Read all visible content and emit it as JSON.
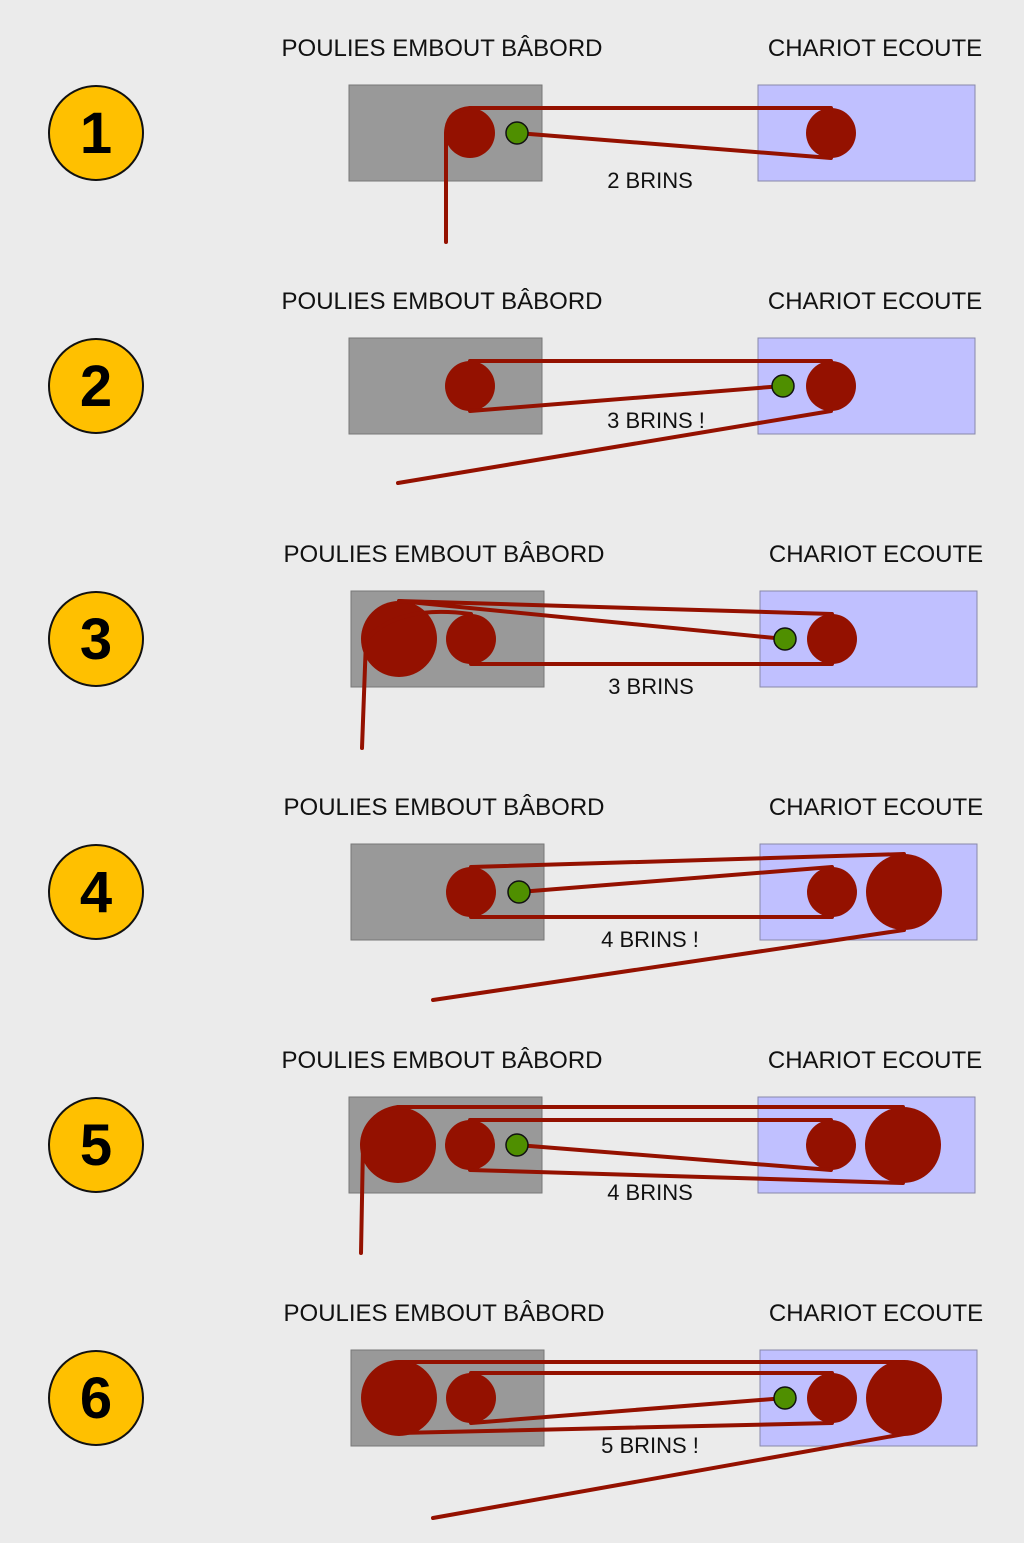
{
  "colors": {
    "background": "#ebebeb",
    "badge_fill": "#ffc000",
    "boom_box": "#999999",
    "traveller_box": "#c0c0ff",
    "pulley": "#941100",
    "rope": "#941100",
    "anchor": "#4f8f00"
  },
  "panels": [
    {
      "number": "1",
      "left_title": "POULIES EMBOUT BÂBORD",
      "right_title": "CHARIOT ECOUTE",
      "caption": "2 BRINS"
    },
    {
      "number": "2",
      "left_title": "POULIES EMBOUT BÂBORD",
      "right_title": "CHARIOT ECOUTE",
      "caption": "3 BRINS !"
    },
    {
      "number": "3",
      "left_title": "POULIES EMBOUT BÂBORD",
      "right_title": "CHARIOT ECOUTE",
      "caption": "3 BRINS"
    },
    {
      "number": "4",
      "left_title": "POULIES EMBOUT BÂBORD",
      "right_title": "CHARIOT ECOUTE",
      "caption": "4 BRINS !"
    },
    {
      "number": "5",
      "left_title": "POULIES EMBOUT BÂBORD",
      "right_title": "CHARIOT ECOUTE",
      "caption": "4 BRINS"
    },
    {
      "number": "6",
      "left_title": "POULIES EMBOUT BÂBORD",
      "right_title": "CHARIOT ECOUTE",
      "caption": "5 BRINS !"
    }
  ]
}
